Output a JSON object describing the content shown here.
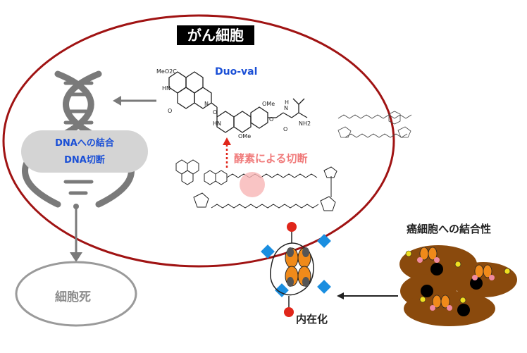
{
  "title": "がん細胞",
  "dna_box": {
    "line1": "DNAへの結合",
    "line2": "DNA切断"
  },
  "drug_name": "Duo-val",
  "enzyme_cleavage": "酵素による切断",
  "cell_death": "細胞死",
  "internalization": "内在化",
  "cancer_binding": "癌細胞への結合性",
  "structure_labels": {
    "ester_top": "MeO2C",
    "nh_top": "HN",
    "o_top": "O",
    "n_top": "N",
    "ome1": "OMe",
    "ome2": "OMe",
    "o_link": "O",
    "n_amide": "N",
    "h_amide": "H",
    "o_amide": "O",
    "nh2": "NH2",
    "nh_indole": "HN",
    "o_indole": "O"
  },
  "colors": {
    "accent_blue": "#1a4fd6",
    "enzyme_pink": "#f07b7b",
    "cell_outline": "#a01313",
    "gray_arrow": "#7a7a7a",
    "cancer_cell_brown": "#8a4a0d",
    "antibody_orange": "#f08a1a",
    "receptor_blue": "#1a8ee0",
    "payload_red": "#e0261a"
  }
}
